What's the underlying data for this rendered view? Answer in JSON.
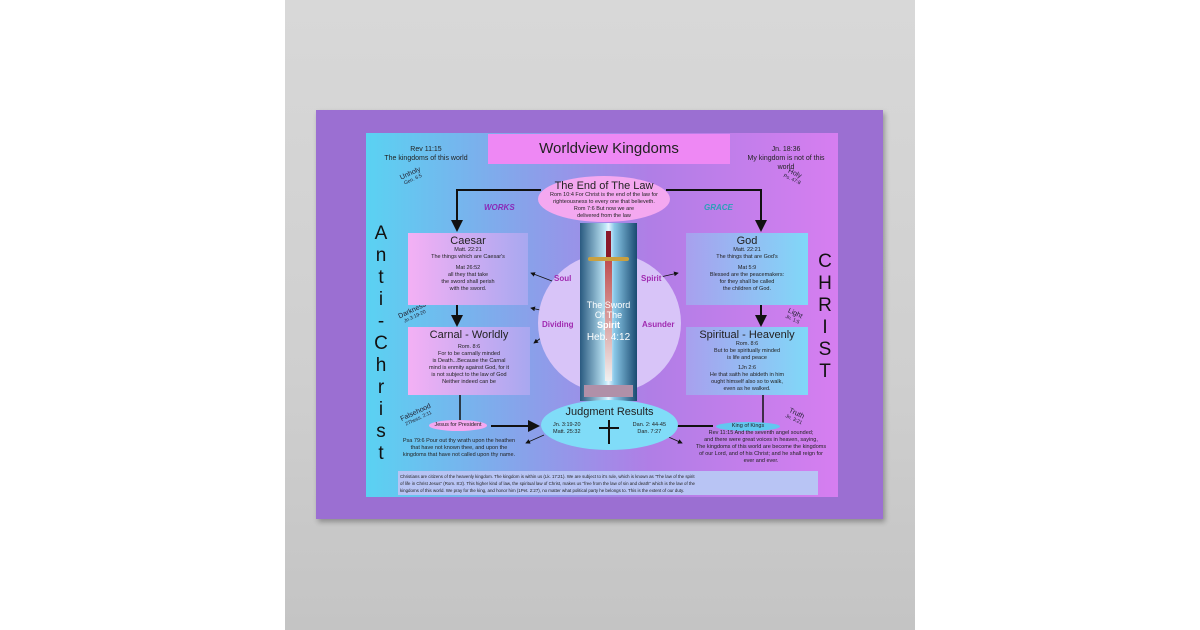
{
  "title": "Worldview Kingdoms",
  "left_header": {
    "ref": "Rev 11:15",
    "text": "The kingdoms of this world"
  },
  "right_header": {
    "ref": "Jn. 18:36",
    "text": "My kingdom is not of this world"
  },
  "left_vertical": [
    "A",
    "n",
    "t",
    "i",
    "-",
    "C",
    "h",
    "r",
    "i",
    "s",
    "t"
  ],
  "right_vertical": [
    "C",
    "H",
    "R",
    "I",
    "S",
    "T"
  ],
  "end_of_law": {
    "title": "The End of The Law",
    "lines": [
      "Rom 10:4  For Christ is the end of the law for",
      "righteousness to every one that believeth.",
      "Rom 7:6  But now we are",
      "delivered from the law"
    ]
  },
  "works": "WORKS",
  "grace": "GRACE",
  "unholy": {
    "word": "Unholy",
    "ref": "Gen. 6:5"
  },
  "holy": {
    "word": "Holy",
    "ref": "Ps. 47:8"
  },
  "darkness": {
    "word": "Darkness",
    "ref": "Jn.3:19-20"
  },
  "light": {
    "word": "Light",
    "ref": "Jn. 1:5"
  },
  "falsehood": {
    "word": "Falsehood",
    "ref": "2Thess. 2:11"
  },
  "truth": {
    "word": "Truth",
    "ref": "Jn. 3:21"
  },
  "caesar": {
    "title": "Caesar",
    "lines": [
      "Matt. 22:21",
      "The things which are Caesar's",
      "",
      "Mat 26:52",
      "all they that take",
      "the sword shall perish",
      "with the sword."
    ]
  },
  "god": {
    "title": "God",
    "lines": [
      "Matt. 22:21",
      "The things that are God's",
      "",
      "Mat 5:9",
      "Blessed are the peacemakers:",
      "for they shall be called",
      "the children of God."
    ]
  },
  "carnal": {
    "title": "Carnal -  Worldly",
    "lines": [
      "Rom. 8:6",
      "For to be carnally minded",
      "is Death...Because the Carnal",
      "mind is enmity against God, for it",
      "is not subject to the law of God",
      "Neither indeed can be"
    ]
  },
  "spiritual": {
    "title": "Spiritual - Heavenly",
    "lines": [
      "Rom. 8:6",
      "But to be spiritually minded",
      "is life and peace",
      "",
      "1Jn 2:6",
      "He that saith he abideth in him",
      "ought himself also so to walk,",
      "even as he walked."
    ]
  },
  "circle_words": {
    "soul": "Soul",
    "spirit": "Spirit",
    "dividing": "Dividing",
    "asunder": "Asunder"
  },
  "sword": {
    "lines": [
      "The Sword",
      "Of The",
      "Spirit"
    ],
    "ref": "Heb. 4:12"
  },
  "judgment": {
    "title": "Judgment Results",
    "left": [
      "Jn. 3:19-20",
      "Matt. 25:32"
    ],
    "right": [
      "Dan. 2: 44-45",
      "Dan. 7:27"
    ]
  },
  "jesus_for_president": "Jesus for President",
  "king_of_kings": "King of Kings",
  "psa": [
    "Psa 79:6  Pour out thy wrath upon the heathen",
    "that have not known thee, and upon the",
    "kingdoms that have not called upon thy name."
  ],
  "rev": [
    "Rev 11:15  And the seventh angel sounded;",
    "and there were great voices in heaven, saying,",
    "The kingdoms of this world are become the kingdoms",
    "of our Lord, and of his Christ; and he shall reign for",
    "ever and ever."
  ],
  "footer": [
    "Christians are citizens of the heavenly kingdom.  The kingdom is within us (Lk. 17:21).  We are subject to it's rule, which is known as \"The law of the spirit",
    "of life in Christ Jesus\" (Rom. 8:2). This higher kind of law, the spiritual law of Christ, makes us \"free from the law of sin and death\" which is the law of the",
    "kingdoms of this world. We pray for the king, and honor him (1Pet. 2:27), no matter what political party he belongs to. This is the extent of our duty."
  ],
  "colors": {
    "poster_border": "#9b6fd2",
    "title_bar": "#ee88f4",
    "cyan": "#5ad2f2",
    "pink_box": "#f2b0f2",
    "blue_box": "#80d8f8"
  }
}
